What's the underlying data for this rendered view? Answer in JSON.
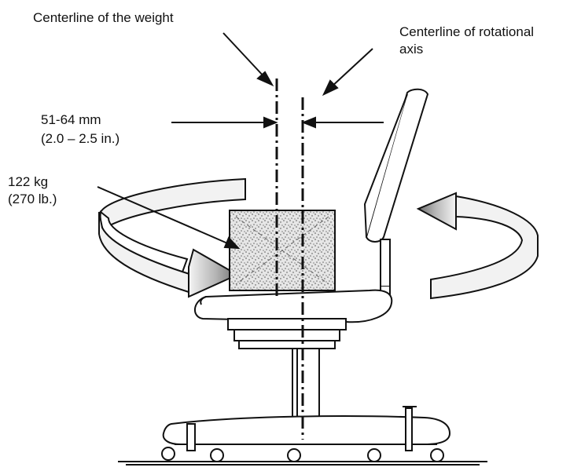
{
  "labels": {
    "weight_centerline": "Centerline of the weight",
    "rotational_axis_line1": "Centerline of rotational",
    "rotational_axis_line2": "axis",
    "offset_mm": "51-64 mm",
    "offset_in": "(2.0 – 2.5 in.)",
    "weight_kg": "122 kg",
    "weight_lb": "(270 lb.)"
  },
  "colors": {
    "line": "#111111",
    "arrow_fill": "#f4f4f4",
    "arrow_shade": "#7a7a7a",
    "weight_fill": "#d9d9d9"
  }
}
